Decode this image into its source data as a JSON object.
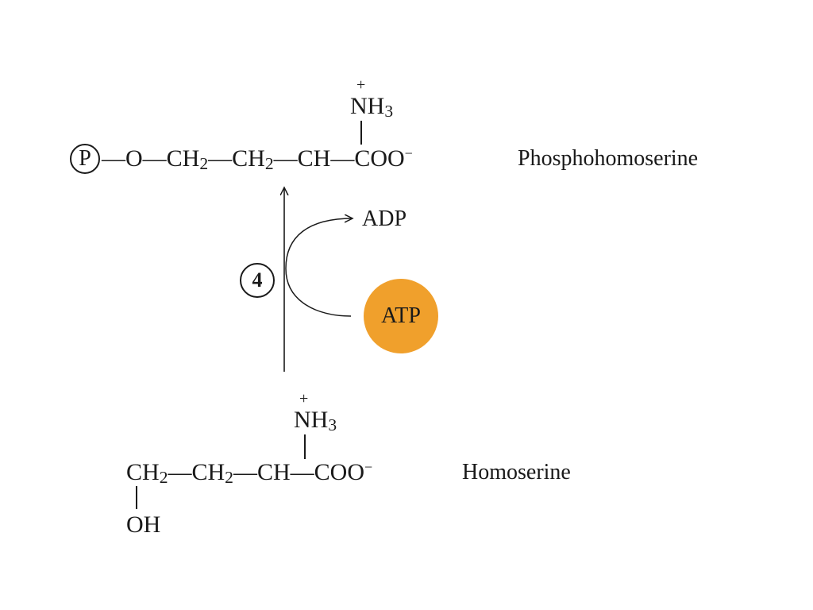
{
  "product": {
    "phosphate": "P",
    "amino_charge": "+",
    "amino_main": "NH",
    "amino_sub": "3",
    "chain": {
      "o": "—O—",
      "ch2a_main": "CH",
      "ch2a_sub": "2",
      "dash1": "—",
      "ch2b_main": "CH",
      "ch2b_sub": "2",
      "dash2": "—",
      "ch": "CH",
      "coo": "—COO",
      "coo_charge": "−"
    },
    "name": "Phosphohomoserine"
  },
  "reaction": {
    "step": "4",
    "byproduct": "ADP",
    "cofactor": "ATP",
    "cofactor_color": "#f0a02c"
  },
  "substrate": {
    "amino_charge": "+",
    "amino_main": "NH",
    "amino_sub": "3",
    "chain": {
      "ch2a_main": "CH",
      "ch2a_sub": "2",
      "dash1": "—",
      "ch2b_main": "CH",
      "ch2b_sub": "2",
      "dash2": "—",
      "ch": "CH",
      "coo": "—COO",
      "coo_charge": "−"
    },
    "hydroxyl": "OH",
    "name": "Homoserine"
  }
}
